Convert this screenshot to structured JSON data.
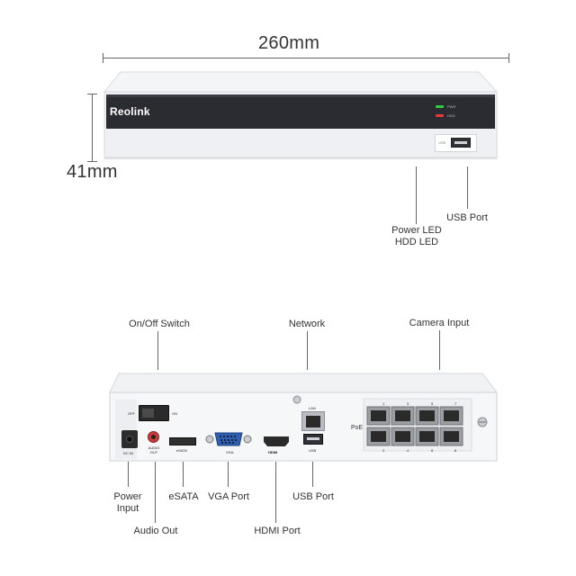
{
  "dimensions": {
    "width_label": "260mm",
    "height_label": "41mm"
  },
  "front": {
    "logo": "Reolink",
    "power_led_small": "PWR",
    "hdd_led_small": "HDD",
    "usb_small": "USB",
    "callouts": {
      "power_hdd_led_line1": "Power LED",
      "power_hdd_led_line2": "HDD LED",
      "usb_port": "USB Port"
    }
  },
  "back": {
    "panel_text": {
      "off": "OFF",
      "on": "ON",
      "dc_in": "DC IN",
      "audio_out": "AUDIO OUT",
      "esata": "eSATA",
      "vga": "VGA",
      "hdmi": "HDMI",
      "lan": "LAN",
      "usb": "USB",
      "poe": "PoE",
      "poe_top_numbers": [
        "1",
        "3",
        "5",
        "7"
      ],
      "poe_bottom_numbers": [
        "2",
        "4",
        "6",
        "8"
      ]
    },
    "callouts": {
      "on_off_switch": "On/Off Switch",
      "network": "Network",
      "camera_input": "Camera Input",
      "power_input_line1": "Power",
      "power_input_line2": "Input",
      "esata": "eSATA",
      "vga_port": "VGA Port",
      "usb_port": "USB Port",
      "audio_out": "Audio Out",
      "hdmi_port": "HDMI Port"
    }
  },
  "colors": {
    "chassis": "#f2f3f5",
    "front_panel": "#2a2c31",
    "led_green": "#2ecc40",
    "led_red": "#e53935",
    "port_dark": "#3a3a3a",
    "vga_blue": "#2f5fb3",
    "audio_red": "#c83a3a"
  }
}
